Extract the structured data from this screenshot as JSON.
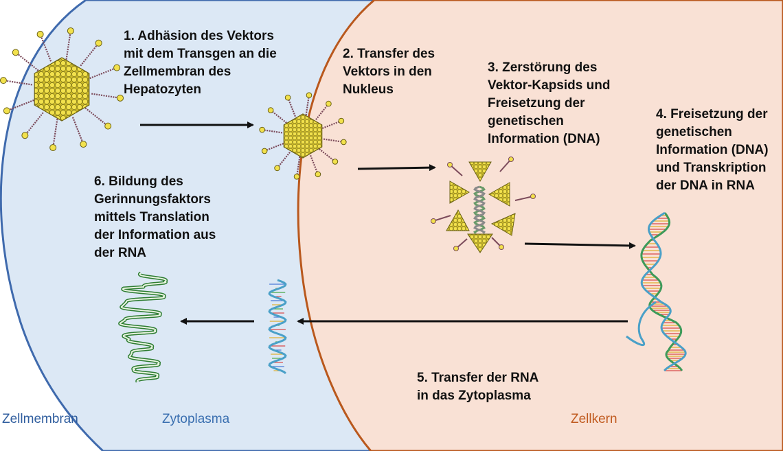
{
  "steps": {
    "step1": "1. Adhäsion des Vektors\nmit dem Transgen an die\nZellmembran des\nHepatozyten",
    "step2": "2. Transfer des\nVektors in den\nNukleus",
    "step3": "3. Zerstörung des\nVektor-Kapsids und\nFreisetzung der\ngenetischen\nInformation (DNA)",
    "step4": "4. Freisetzung der\ngenetischen\nInformation (DNA)\nund Transkription\nder DNA in RNA",
    "step5": "5. Transfer der RNA\nin das Zytoplasma",
    "step6": "6. Bildung des\nGerinnungsfaktors\nmittels Translation\nder Information aus\nder RNA"
  },
  "regions": {
    "membrane": "Zellmembran",
    "cytoplasm": "Zytoplasma",
    "nucleus": "Zellkern"
  },
  "colors": {
    "cytoplasm_fill": "#dce8f5",
    "membrane_stroke": "#3f6aad",
    "nucleus_fill": "#f9e1d5",
    "nucleus_stroke": "#b9581d",
    "membrane_label": "#2f5d9e",
    "cytoplasm_label": "#3a6fb0",
    "nucleus_label": "#c05a1f",
    "capsid_fill": "#f2e14c",
    "capsid_stroke": "#6b6214",
    "spike_color": "#7b4a5a",
    "dna_blue": "#4aa0c8",
    "dna_green": "#3d9a5a",
    "rna_green": "#2e7d32",
    "arrow": "#111111"
  },
  "icons": {
    "vector_large": "virus-vector-icon",
    "vector_small": "virus-vector-icon",
    "broken_capsid": "capsid-fragments-icon",
    "dna": "dna-double-helix-icon",
    "rna": "rna-helix-icon",
    "protein": "folded-protein-icon"
  }
}
